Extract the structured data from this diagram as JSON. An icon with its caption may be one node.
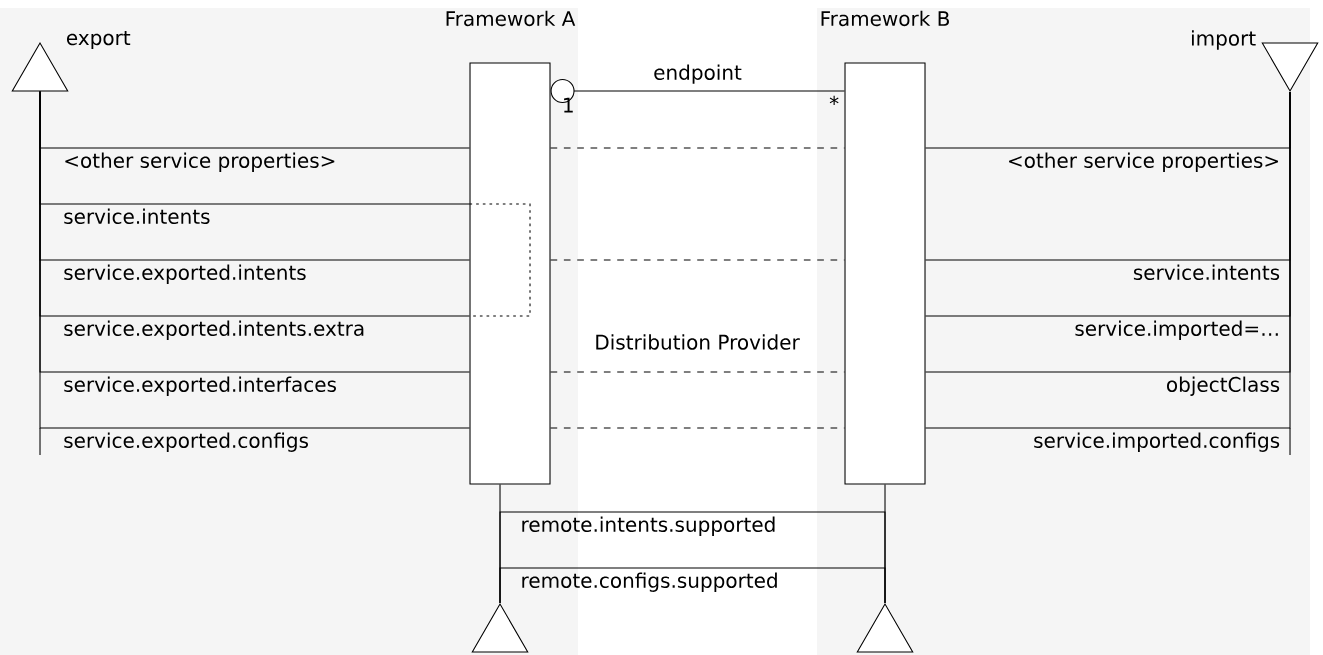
{
  "diagram": {
    "nodes": [
      {
        "text": [
          "Framework A"
        ]
      },
      {
        "text": [
          "Framework B"
        ]
      },
      {
        "text": [
          "export"
        ]
      },
      {
        "text": [
          "import"
        ]
      },
      {
        "text": [],
        "shape": "triangle"
      },
      {
        "text": [],
        "shape": "triangle"
      }
    ],
    "edges": [
      {
        "from": 0,
        "to": 1,
        "arrow": "other",
        "label": "endpoint"
      },
      {
        "from": 2,
        "to": 0,
        "arrow": "none",
        "label": "<other service properties>"
      },
      {
        "from": 2,
        "to": 0,
        "arrow": "none",
        "label": "service.intents"
      },
      {
        "from": 2,
        "to": 0,
        "arrow": "none",
        "label": "service.exported.intents"
      },
      {
        "from": 2,
        "to": 0,
        "arrow": "none",
        "label": "service.exported.intents.extra"
      },
      {
        "from": 2,
        "to": 0,
        "arrow": "none",
        "label": "service.exported.interfaces"
      },
      {
        "from": 2,
        "to": 0,
        "arrow": "none",
        "label": "service.exported.configs"
      },
      {
        "from": 0,
        "to": 1,
        "arrow": "none",
        "style": "dashed"
      },
      {
        "from": 0,
        "to": 1,
        "arrow": "none",
        "style": "dashed"
      },
      {
        "from": 0,
        "to": 1,
        "arrow": "none",
        "style": "dashed"
      },
      {
        "from": 0,
        "to": 1,
        "arrow": "none",
        "style": "dashed"
      },
      {
        "from": 1,
        "to": 3,
        "arrow": "none",
        "label": "<other service properties>"
      },
      {
        "from": 1,
        "to": 3,
        "arrow": "none",
        "label": "service.intents"
      },
      {
        "from": 1,
        "to": 3,
        "arrow": "none",
        "label": "service.imported=…"
      },
      {
        "from": 1,
        "to": 3,
        "arrow": "none",
        "label": "objectClass"
      },
      {
        "from": 1,
        "to": 3,
        "arrow": "none",
        "label": "service.imported.configs"
      },
      {
        "from": 0,
        "to": 4,
        "arrow": "none"
      },
      {
        "from": 1,
        "to": 5,
        "arrow": "none"
      },
      {
        "from": 4,
        "to": 5,
        "arrow": "none",
        "label": "remote.intents.supported"
      },
      {
        "from": 4,
        "to": 5,
        "arrow": "none",
        "label": "remote.configs.supported"
      }
    ],
    "labels": [
      "1",
      "*",
      "Distribution Provider"
    ]
  }
}
